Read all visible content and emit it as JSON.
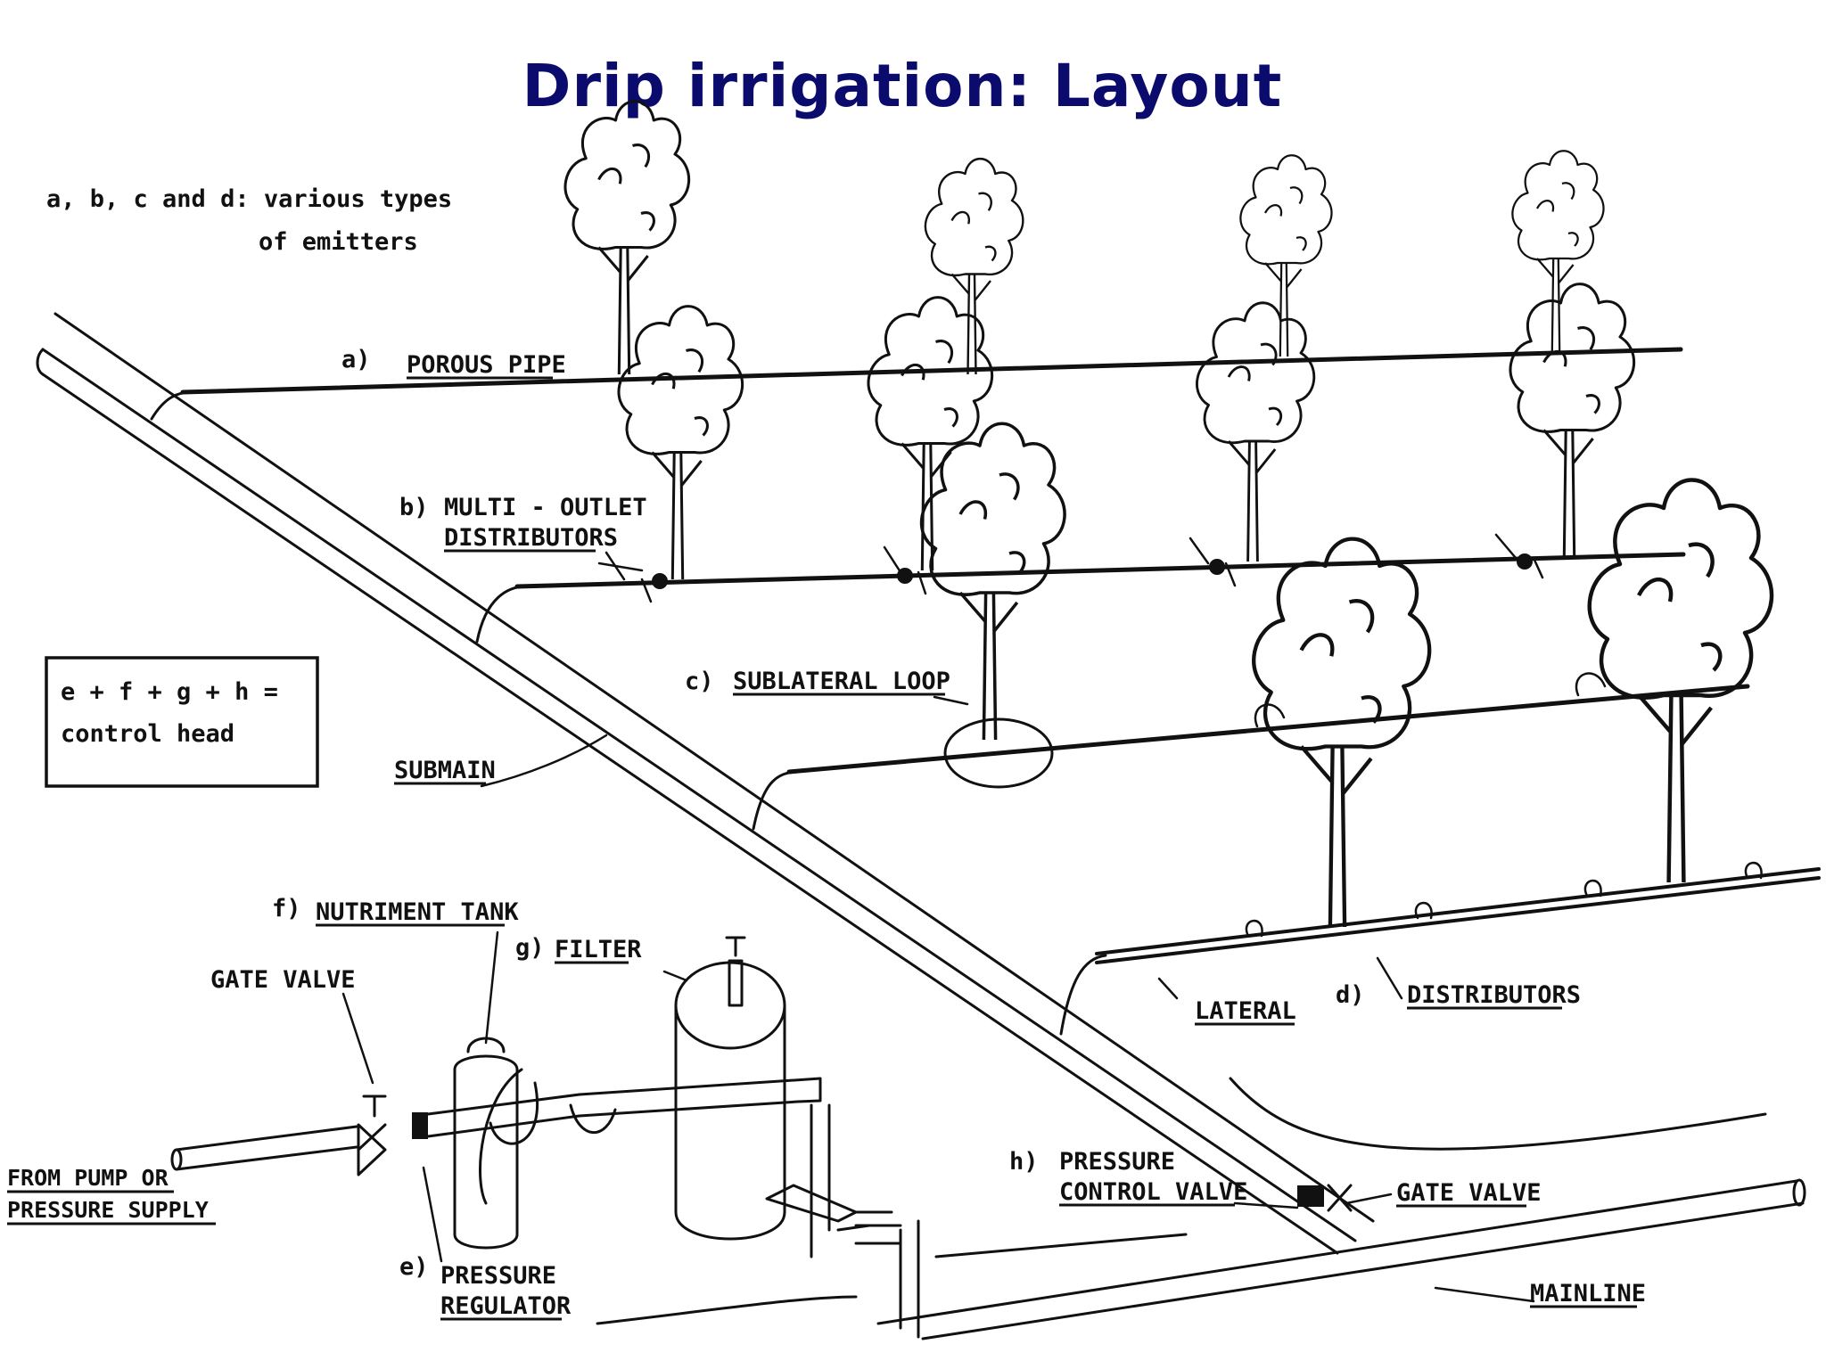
{
  "title": "Drip irrigation: Layout",
  "legend": {
    "emitters_line1": "a, b, c and d: various types",
    "emitters_line2": "of emitters",
    "control_head_line1": "e + f + g + h =",
    "control_head_line2": "control head"
  },
  "labels": {
    "a_marker": "a)",
    "porous_pipe": "POROUS PIPE",
    "b_marker": "b)",
    "multi_outlet_line1": "MULTI - OUTLET",
    "multi_outlet_line2": "DISTRIBUTORS",
    "c_marker": "c)",
    "sublateral_loop": "SUBLATERAL LOOP",
    "submain": "SUBMAIN",
    "d_marker": "d)",
    "distributors": "DISTRIBUTORS",
    "lateral": "LATERAL",
    "f_marker": "f)",
    "nutriment_tank": "NUTRIMENT TANK",
    "g_marker": "g)",
    "filter": "FILTER",
    "gate_valve_left": "GATE VALVE",
    "from_pump_line1": "FROM PUMP OR",
    "from_pump_line2": "PRESSURE SUPPLY",
    "e_marker": "e)",
    "pressure_regulator_line1": "PRESSURE",
    "pressure_regulator_line2": "REGULATOR",
    "h_marker": "h)",
    "pressure_control_line1": "PRESSURE",
    "pressure_control_line2": "CONTROL VALVE",
    "gate_valve_right": "GATE VALVE",
    "mainline": "MAINLINE"
  }
}
